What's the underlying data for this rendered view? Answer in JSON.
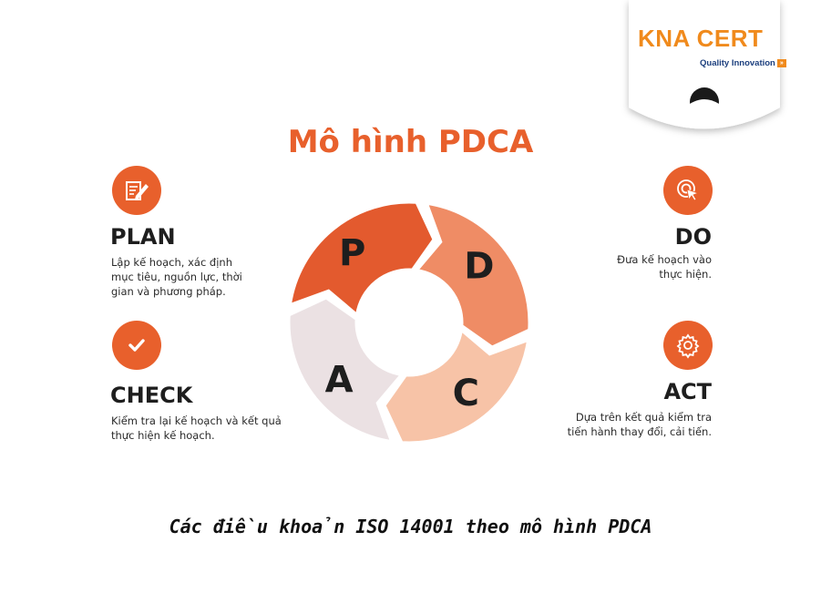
{
  "brand": {
    "name": "KNA CERT",
    "tagline": "Quality Innovation",
    "tag_mark": "»",
    "colors": {
      "orange": "#f08a1c",
      "navy": "#1c3f7e"
    }
  },
  "title": "Mô hình PDCA",
  "cycle": {
    "segments": [
      {
        "letter": "P",
        "color": "#e35a2e"
      },
      {
        "letter": "D",
        "color": "#ef8c65"
      },
      {
        "letter": "C",
        "color": "#f7c3a7"
      },
      {
        "letter": "A",
        "color": "#ebe1e3"
      }
    ]
  },
  "steps": {
    "plan": {
      "title": "PLAN",
      "desc": "Lập kế hoạch, xác định\nmục tiêu, nguồn lực, thời\ngian và phương pháp.",
      "icon": "document-pen-icon"
    },
    "check": {
      "title": "CHECK",
      "desc": "Kiểm tra lại kế hoạch và kết quả\nthực hiện kế hoạch.",
      "icon": "checkmark-icon"
    },
    "do": {
      "title": "DO",
      "desc": "Đưa kế hoạch vào\nthực hiện.",
      "icon": "target-cursor-icon"
    },
    "act": {
      "title": "ACT",
      "desc": "Dựa trên kết quả kiểm tra\ntiến hành thay đổi, cải tiến.",
      "icon": "gear-icon"
    }
  },
  "caption": "Các điều khoản ISO 14001 theo mô hình PDCA",
  "accent": "#e8602c"
}
